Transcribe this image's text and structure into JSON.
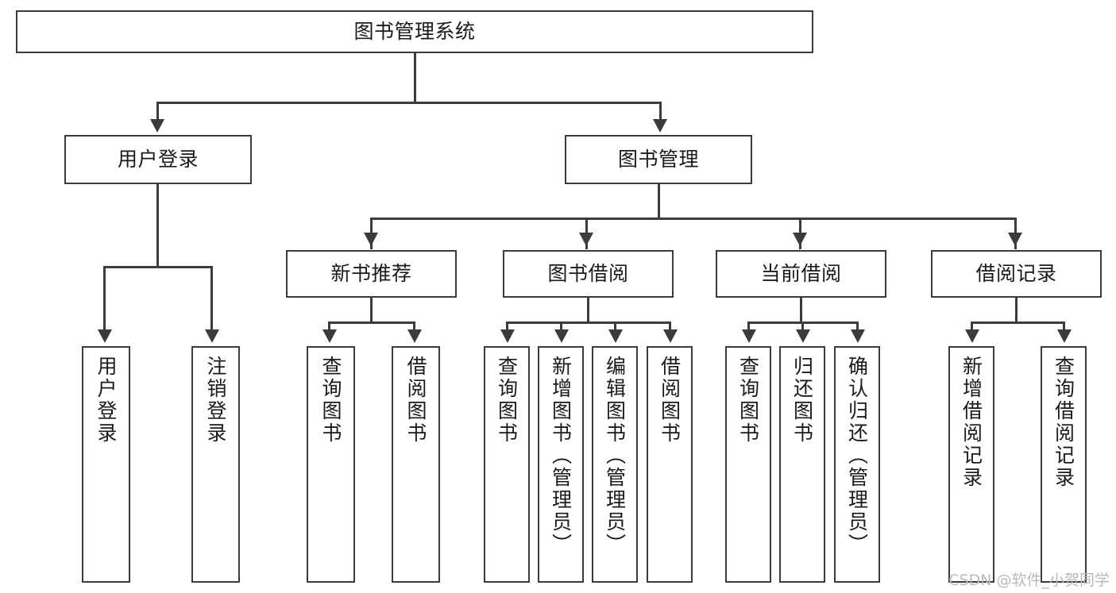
{
  "diagram": {
    "title": "图书管理系统",
    "watermark": "CSDN @软件_小贺同学"
  },
  "nodes": {
    "root": {
      "label": "图书管理系统"
    },
    "level2": [
      {
        "label": "用户登录"
      },
      {
        "label": "图书管理"
      }
    ],
    "level3": [
      {
        "label": "新书推荐"
      },
      {
        "label": "图书借阅"
      },
      {
        "label": "当前借阅"
      },
      {
        "label": "借阅记录"
      }
    ],
    "leaves_user_login": [
      {
        "label": "用户登录"
      },
      {
        "label": "注销登录"
      }
    ],
    "leaves_new_book": [
      {
        "label": "查询图书"
      },
      {
        "label": "借阅图书"
      }
    ],
    "leaves_borrow": [
      {
        "label": "查询图书"
      },
      {
        "label": "新增图书（管理员）"
      },
      {
        "label": "编辑图书（管理员）"
      },
      {
        "label": "借阅图书"
      }
    ],
    "leaves_current": [
      {
        "label": "查询图书"
      },
      {
        "label": "归还图书"
      },
      {
        "label": "确认归还（管理员）"
      }
    ],
    "leaves_records": [
      {
        "label": "新增借阅记录"
      },
      {
        "label": "查询借阅记录"
      }
    ]
  },
  "style": {
    "stroke": "#3b3b3b",
    "fill": "#ffffff",
    "text": "#1a1a1a",
    "watermark_color": "#b9b9b9"
  }
}
